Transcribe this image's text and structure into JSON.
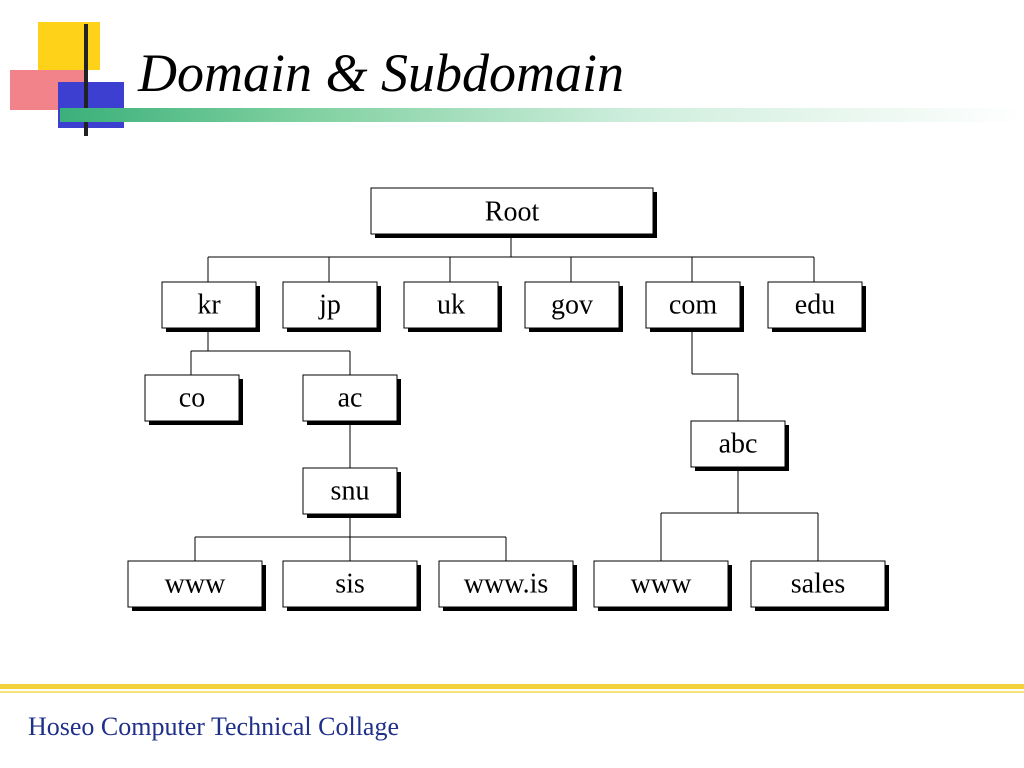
{
  "title": "Domain & Subdomain",
  "footer": "Hoseo Computer Technical Collage",
  "tree": {
    "root": "Root",
    "tld": [
      "kr",
      "jp",
      "uk",
      "gov",
      "com",
      "edu"
    ],
    "kr_children": [
      "co",
      "ac"
    ],
    "ac_children": [
      "snu"
    ],
    "snu_children": [
      "www",
      "sis",
      "www.is"
    ],
    "com_children": [
      "abc"
    ],
    "abc_children": [
      "www",
      "sales"
    ]
  }
}
